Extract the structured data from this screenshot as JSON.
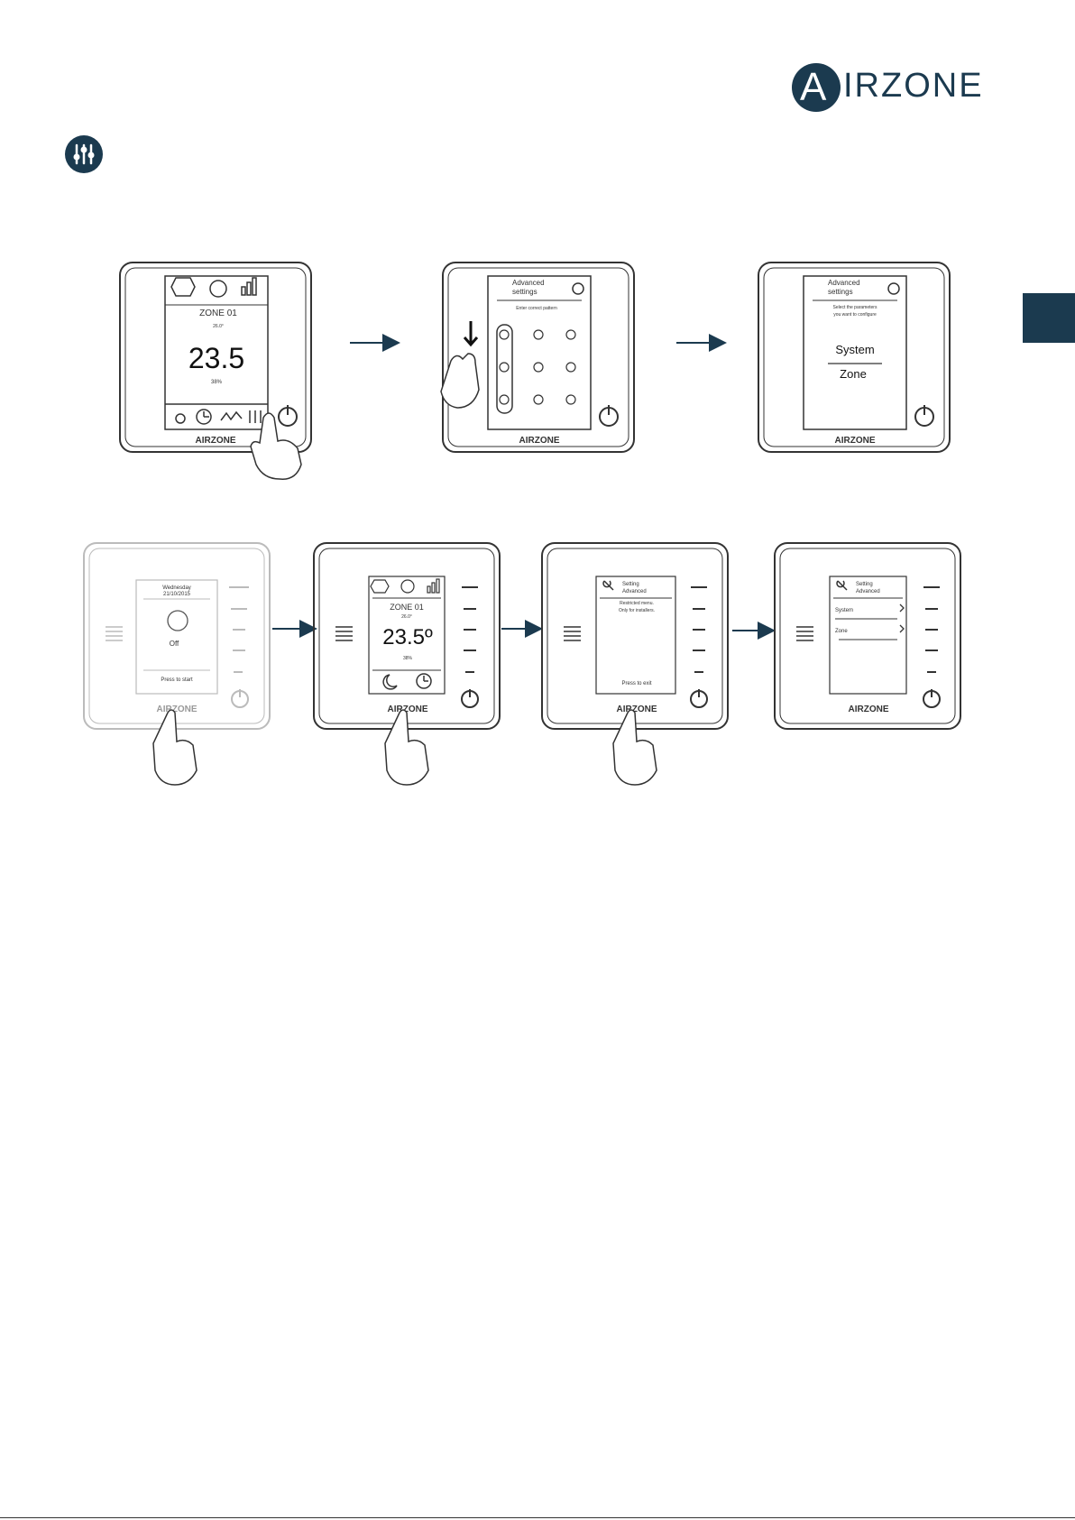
{
  "brand": {
    "logo_text": "IRZONE",
    "logo_letter": "A"
  },
  "step1": {
    "zone_name": "ZONE 01",
    "setpoint": "26.0°",
    "temperature": "23.5",
    "humidity": "38%",
    "brand_label": "AIRZONE"
  },
  "step2": {
    "title_line1": "Advanced",
    "title_line2": "settings",
    "instruction": "Enter correct pattern",
    "brand_label": "AIRZONE"
  },
  "step3": {
    "title_line1": "Advanced",
    "title_line2": "settings",
    "instruction_line1": "Select the parameters",
    "instruction_line2": "you want to configure",
    "option_system": "System",
    "option_zone": "Zone",
    "brand_label": "AIRZONE"
  },
  "alt1": {
    "day": "Wednesday",
    "date": "21/10/2015",
    "status": "Off",
    "prompt": "Press to start",
    "brand_label": "AIRZONE"
  },
  "alt2": {
    "zone_name": "ZONE 01",
    "setpoint": "26.0°",
    "temperature": "23.5º",
    "humidity": "38%",
    "brand_label": "AIRZONE"
  },
  "alt3": {
    "title_line1": "Setting",
    "title_line2": "Advanced",
    "note_line1": "Restricted menu.",
    "note_line2": "Only for installers.",
    "prompt": "Press to exit",
    "brand_label": "AIRZONE"
  },
  "alt4": {
    "title_line1": "Setting",
    "title_line2": "Advanced",
    "item_system": "System",
    "item_zone": "Zone",
    "brand_label": "AIRZONE"
  }
}
